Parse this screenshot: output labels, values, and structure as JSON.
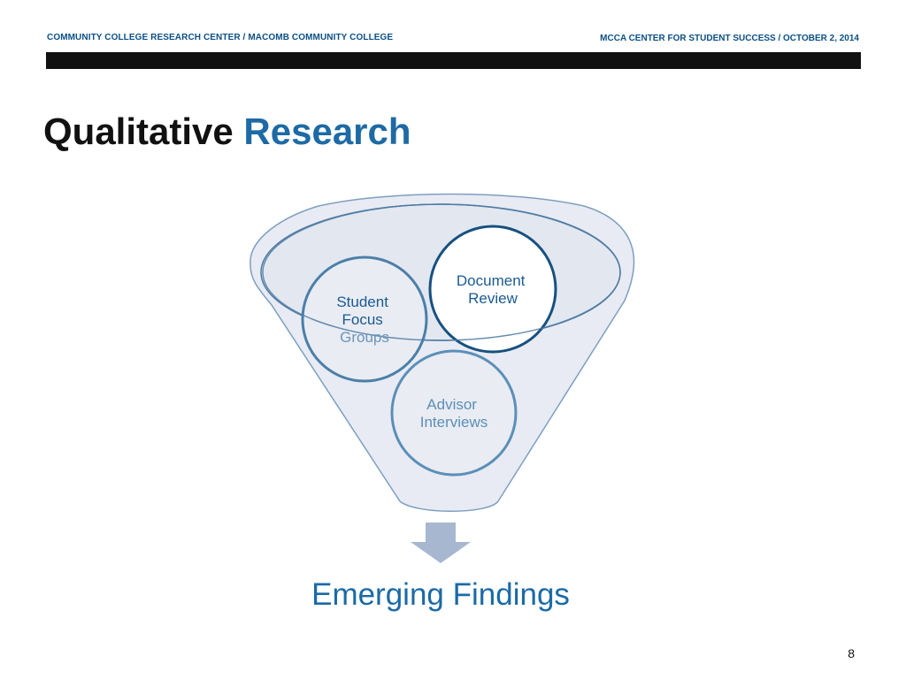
{
  "header": {
    "left": "COMMUNITY COLLEGE RESEARCH CENTER /  MACOMB COMMUNITY COLLEGE",
    "right": "MCCA CENTER FOR STUDENT SUCCESS / OCTOBER 2,  2014"
  },
  "title": {
    "part1": "Qualitative",
    "part2": "Research"
  },
  "funnel": {
    "circles": [
      {
        "name": "student-focus-groups",
        "lines": [
          "Student",
          "Focus",
          "Groups"
        ]
      },
      {
        "name": "document-review",
        "lines": [
          "Document",
          "Review"
        ]
      },
      {
        "name": "advisor-interviews",
        "lines": [
          "Advisor",
          "Interviews"
        ]
      }
    ]
  },
  "result": "Emerging Findings",
  "page_number": "8",
  "colors": {
    "brand_blue": "#1d6aa5",
    "header_blue": "#0b4f86",
    "funnel_fill": "#e8ebf3",
    "arrow": "#a7b7d0"
  }
}
